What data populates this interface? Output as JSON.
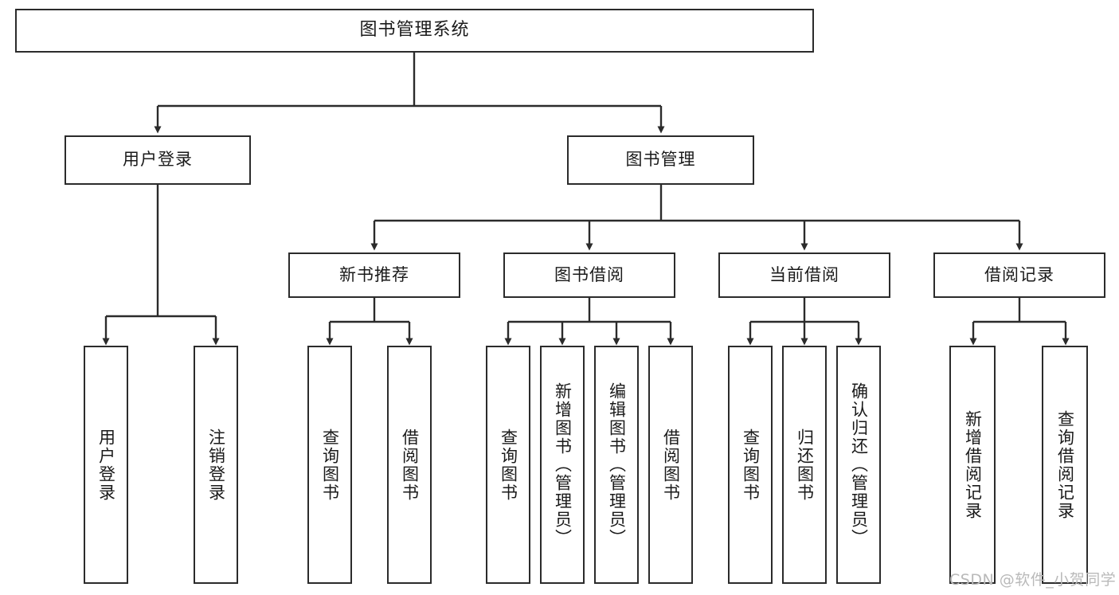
{
  "diagram": {
    "title": "图书管理系统",
    "type": "tree",
    "orientation": "top-down",
    "colors": {
      "border": "#2b2b2b",
      "fill": "#ffffff",
      "connector": "#2b2b2b",
      "text": "#1a1a1a",
      "watermark": "#b9b9b9"
    },
    "root": {
      "label": "图书管理系统"
    },
    "level2": [
      {
        "label": "用户登录"
      },
      {
        "label": "图书管理"
      }
    ],
    "level3": [
      {
        "label": "新书推荐"
      },
      {
        "label": "图书借阅"
      },
      {
        "label": "当前借阅"
      },
      {
        "label": "借阅记录"
      }
    ],
    "leaves": {
      "user_login": [
        {
          "label": "用户登录"
        },
        {
          "label": "注销登录"
        }
      ],
      "new_book_recommend": [
        {
          "label": "查询图书"
        },
        {
          "label": "借阅图书"
        }
      ],
      "book_borrow": [
        {
          "label": "查询图书"
        },
        {
          "label": "新增图书（管理员）"
        },
        {
          "label": "编辑图书（管理员）"
        },
        {
          "label": "借阅图书"
        }
      ],
      "current_borrow": [
        {
          "label": "查询图书"
        },
        {
          "label": "归还图书"
        },
        {
          "label": "确认归还（管理员）"
        }
      ],
      "borrow_record": [
        {
          "label": "新增借阅记录"
        },
        {
          "label": "查询借阅记录"
        }
      ]
    },
    "watermark": "CSDN @软件_小贺同学"
  }
}
